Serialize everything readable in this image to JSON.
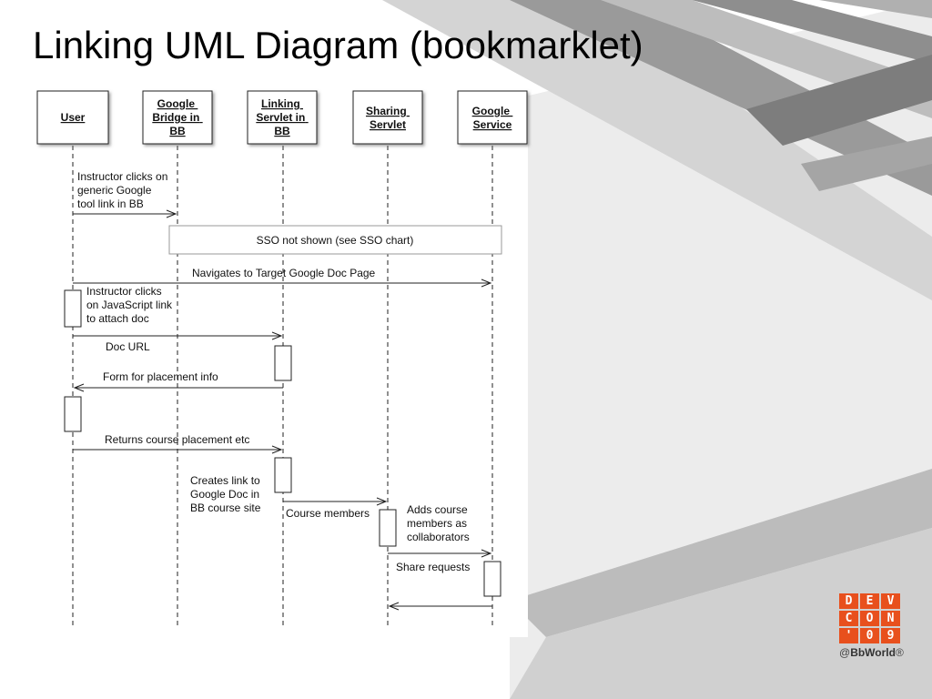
{
  "slide": {
    "title": "Linking UML Diagram (bookmarklet)",
    "colors": {
      "stripe_dark": "#8a8a8a",
      "stripe_light": "#c9c9c9",
      "panel": "#e6e6e6",
      "accent": "#e8501d"
    }
  },
  "diagram": {
    "lifelines": [
      {
        "id": "user",
        "lines": [
          "User"
        ]
      },
      {
        "id": "google-bridge",
        "lines": [
          "Google",
          "Bridge in",
          "BB"
        ]
      },
      {
        "id": "linking-servlet",
        "lines": [
          "Linking",
          "Servlet in",
          "BB"
        ]
      },
      {
        "id": "sharing-servlet",
        "lines": [
          "Sharing",
          "Servlet"
        ]
      },
      {
        "id": "google-service",
        "lines": [
          "Google",
          "Service"
        ]
      }
    ],
    "sso_note": "SSO not shown (see SSO chart)",
    "messages": [
      {
        "lines": [
          "Instructor clicks on",
          "generic Google",
          "tool link in BB"
        ]
      },
      {
        "lines": [
          "Navigates to Target Google Doc Page"
        ]
      },
      {
        "lines": [
          "Instructor clicks",
          "on JavaScript link",
          "to attach doc"
        ]
      },
      {
        "lines": [
          "Doc URL"
        ]
      },
      {
        "lines": [
          "Form for placement info"
        ]
      },
      {
        "lines": [
          "Returns course placement etc"
        ]
      },
      {
        "lines": [
          "Creates link to",
          "Google Doc in",
          "BB course site"
        ]
      },
      {
        "lines": [
          "Course members"
        ]
      },
      {
        "lines": [
          "Adds course",
          "members as",
          "collaborators"
        ]
      },
      {
        "lines": [
          "Share requests"
        ]
      },
      {
        "lines": [
          ""
        ]
      }
    ]
  },
  "logo": {
    "cells": [
      "D",
      "E",
      "V",
      "C",
      "O",
      "N",
      "'",
      "0",
      "9"
    ],
    "mark_prefix": "@",
    "mark_brand": "BbWorld",
    "mark_suffix": "®"
  }
}
